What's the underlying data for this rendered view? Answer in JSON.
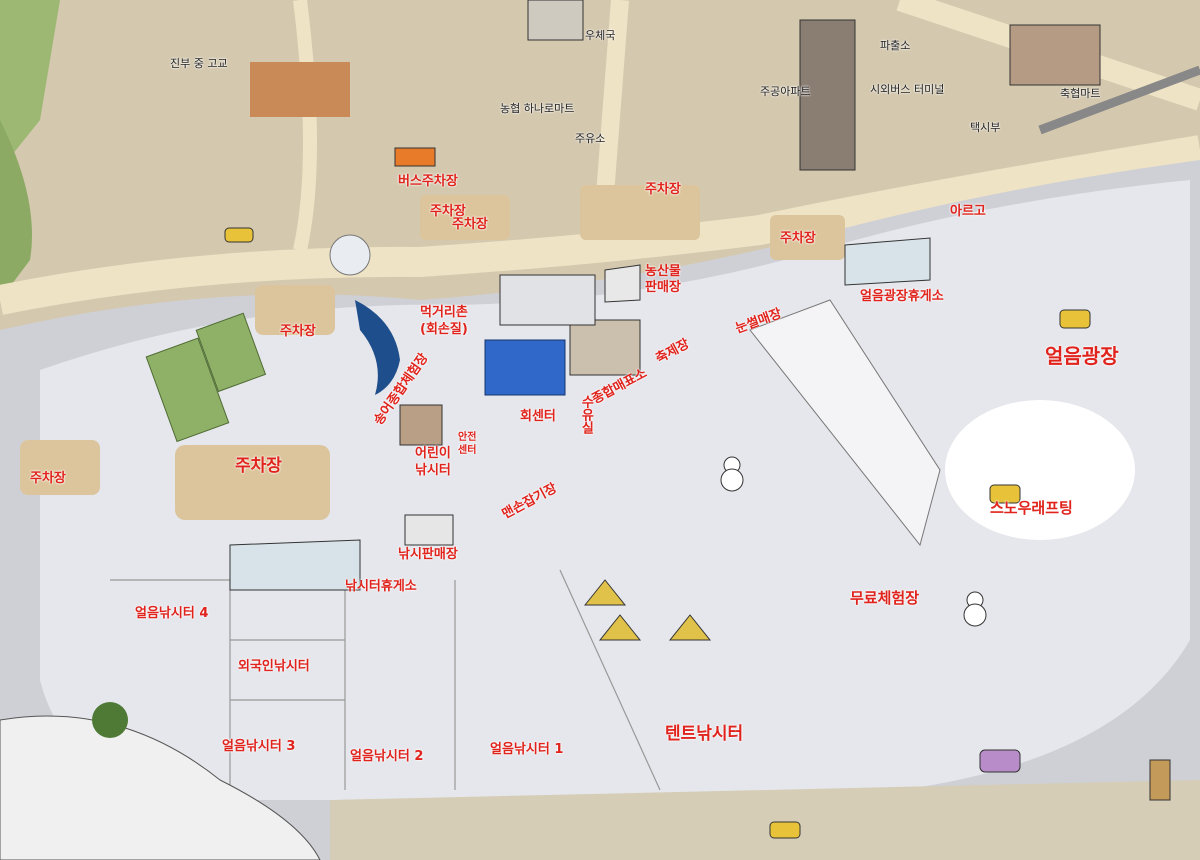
{
  "labels": {
    "jinbu_middle_high": "진부 중 고교",
    "post_office": "우체국",
    "nonghyup_hanaro": "농협 하나로마트",
    "gas_station_top": "주유소",
    "police_box": "파출소",
    "jugong_apt": "주공아파트",
    "intercity_bus": "시외버스 터미널",
    "nonghyup_mart": "축협마트",
    "taxi": "택시부",
    "bus_parking": "버스주차장",
    "parking_1": "주차장",
    "parking_2": "주차장",
    "parking_3": "주차장",
    "parking_4": "주차장",
    "parking_5": "주차장",
    "parking_6": "주차장",
    "parking_big": "주차장",
    "argo": "아르고",
    "ice_plaza_rest": "얼음광장휴게소",
    "ice_plaza": "얼음광장",
    "farm_shop_1": "농산물",
    "farm_shop_2": "판매장",
    "food_village_1": "먹거리촌",
    "food_village_2": "(회손질)",
    "trout_experience": "송어종합체험장",
    "sledding_shop": "눈썰매장",
    "festival_stage": "축제장",
    "ticket_office": "종합매표소",
    "sashimi_center": "회센터",
    "water_station": "수유실",
    "kids_fishing_1": "어린이",
    "kids_fishing_2": "낚시터",
    "safety_center_1": "안전",
    "safety_center_2": "센터",
    "barehand_catch": "맨손잡기장",
    "fishing_shop": "낚시판매장",
    "fishing_rest": "낚시터휴게소",
    "snow_rafting": "스노우래프팅",
    "ice_fishing_4": "얼음낚시터 4",
    "foreigner_fishing": "외국인낚시터",
    "ice_fishing_3": "얼음낚시터 3",
    "ice_fishing_2": "얼음낚시터 2",
    "ice_fishing_1": "얼음낚시터 1",
    "tent_fishing": "텐트낚시터",
    "free_experience": "무료체험장"
  },
  "colors": {
    "label_red": "#e0231c",
    "ice": "#e6e7ec",
    "road": "#e8d9b3",
    "lot": "#dcc59c",
    "grass": "#7fa05c",
    "bldg_blue": "#2f68c8"
  },
  "icons": [
    "trout-sculpture-icon",
    "tree-icon",
    "snowman-icon",
    "deer-icon",
    "tent-icon",
    "bus-icon",
    "car-icon",
    "atv-icon"
  ]
}
